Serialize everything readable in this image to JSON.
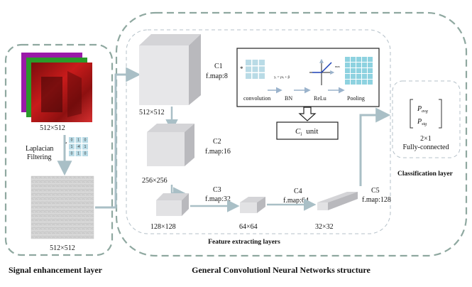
{
  "panels": {
    "signal": "Signal enhancement layer",
    "feature": "Feature extracting layers",
    "classification": "Classification  layer",
    "structure": "General Convolutionl Neural Networks structure"
  },
  "signal_layer": {
    "input_size": "512×512",
    "filter_label_1": "Laplacian",
    "filter_label_2": "Filtering",
    "output_size": "512×512",
    "kernel_values": [
      "0",
      "1",
      "0",
      "1",
      "-4",
      "1",
      "0",
      "1",
      "0"
    ]
  },
  "blocks": [
    {
      "name": "C1",
      "fmap": "f.map:8",
      "size": "512×512"
    },
    {
      "name": "C2",
      "fmap": "f.map:16",
      "size": "256×256"
    },
    {
      "name": "C3",
      "fmap": "f.map:32",
      "size": "128×128"
    },
    {
      "name": "C4",
      "fmap": "f.map:64",
      "size": "64×64"
    },
    {
      "name": "C5",
      "fmap": "f.map:128",
      "size": "32×32"
    }
  ],
  "unit_detail": {
    "steps": [
      "convolution",
      "BN",
      "ReLu",
      "Pooling"
    ],
    "bn_formula": "yᵢ = γxᵢ + β",
    "relu_max": "max",
    "unit_label": "unit",
    "unit_symbol": "C",
    "unit_subscript": "i"
  },
  "classifier": {
    "p_avg": "P",
    "p_avg_sub": "avg",
    "p_stg": "P",
    "p_stg_sub": "stg",
    "size": "2×1",
    "label": "Fully-connected"
  },
  "colors": {
    "panel_border": "#8fa8a0",
    "arrow": "#a9bfc6",
    "cube_face": "#e7e7e9",
    "cube_side": "#b9b9bd",
    "cube_top": "#d4d4d7",
    "kernel_cell": "#b9dbe6",
    "grid_cell": "#8ed2e0",
    "unit_border": "#222222"
  }
}
